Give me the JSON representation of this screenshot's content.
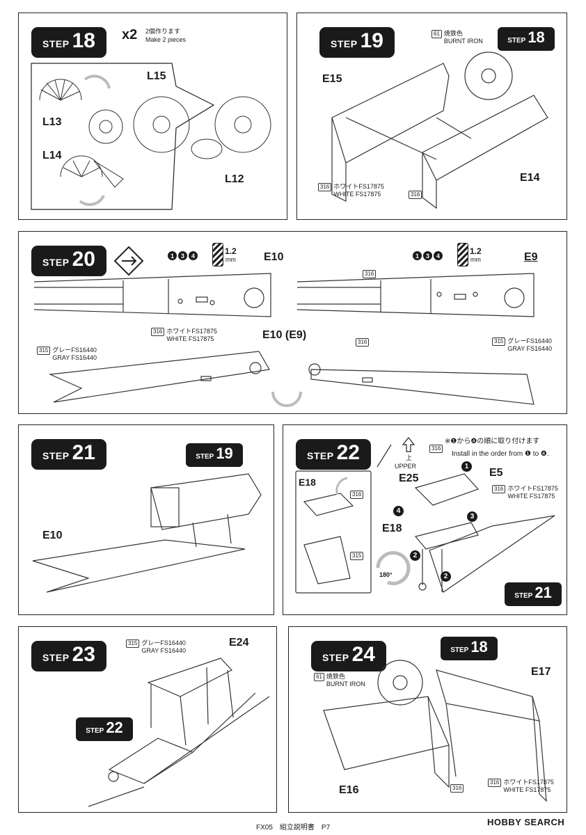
{
  "step_word": "STEP",
  "step18": {
    "number": "18",
    "multiplier": "x2",
    "note_jp": "2個作ります",
    "note_en": "Make 2 pieces",
    "parts": [
      "L15",
      "L13",
      "L14",
      "L12"
    ]
  },
  "step19": {
    "number": "19",
    "ref_step": "18",
    "parts": [
      "E15",
      "E14"
    ],
    "paint_burnt": {
      "code": "61",
      "jp": "焼鉄色",
      "en": "BURNT IRON"
    },
    "paint_white": {
      "code": "316",
      "jp": "ホワイトFS17875",
      "en": "WHITE FS17875"
    },
    "extra_code": "316"
  },
  "step20": {
    "number": "20",
    "drill_parts": [
      "1",
      "3",
      "4"
    ],
    "drill_size": "1.2",
    "drill_unit": "mm",
    "parts_top": [
      "E10",
      "E9"
    ],
    "part_bottom": "E10",
    "part_bottom_alt": "(E9)",
    "paint_white": {
      "code": "316",
      "jp": "ホワイトFS17875",
      "en": "WHITE FS17875"
    },
    "paint_gray": {
      "code": "315",
      "jp": "グレーFS16440",
      "en": "GRAY FS16440"
    },
    "code_316": "316",
    "code_315": "315"
  },
  "step21": {
    "number": "21",
    "ref_step": "19",
    "part": "E10"
  },
  "step22": {
    "number": "22",
    "ref_step": "21",
    "upper_jp": "上",
    "upper_en": "UPPER",
    "parts": [
      "E25",
      "E5",
      "E18",
      "E18"
    ],
    "order_note_jp": "※❶から❹の順に取り付けます",
    "order_note_en": "Install in the order from ❶ to ❹.",
    "order": [
      "1",
      "2",
      "2",
      "3",
      "4"
    ],
    "rotate": "180°",
    "paint_white": {
      "code": "316",
      "jp": "ホワイトFS17875",
      "en": "WHITE FS17875"
    },
    "code_316": "316",
    "code_315": "315"
  },
  "step23": {
    "number": "23",
    "ref_step": "22",
    "part": "E24",
    "paint_gray": {
      "code": "315",
      "jp": "グレーFS16440",
      "en": "GRAY FS16440"
    }
  },
  "step24": {
    "number": "24",
    "ref_step": "18",
    "parts": [
      "E17",
      "E16"
    ],
    "paint_burnt": {
      "code": "61",
      "jp": "焼鉄色",
      "en": "BURNT IRON"
    },
    "paint_white": {
      "code": "316",
      "jp": "ホワイトFS17875",
      "en": "WHITE FS17875"
    },
    "code_316": "316"
  },
  "footer": {
    "text": "FX05　組立説明書　P7",
    "brand": "HOBBY SEARCH"
  }
}
